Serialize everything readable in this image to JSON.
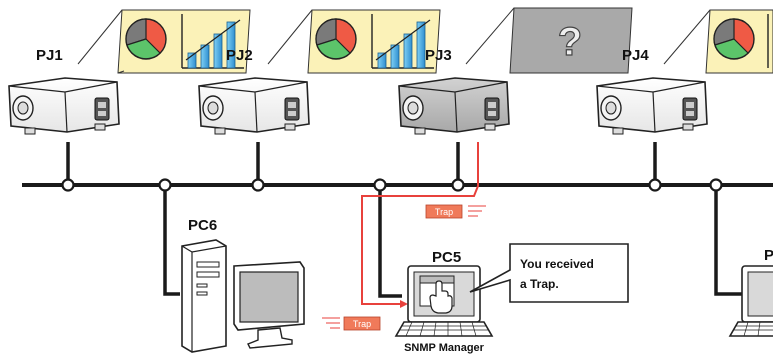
{
  "projectors": [
    {
      "id": "PJ1",
      "label": "PJ1",
      "screen": "chart",
      "state": "normal"
    },
    {
      "id": "PJ2",
      "label": "PJ2",
      "screen": "chart",
      "state": "normal"
    },
    {
      "id": "PJ3",
      "label": "PJ3",
      "screen": "unknown",
      "state": "error"
    },
    {
      "id": "PJ4",
      "label": "PJ4",
      "screen": "chart",
      "state": "normal"
    }
  ],
  "unknown_screen_glyph": "?",
  "computers": {
    "pc6": {
      "label": "PC6"
    },
    "pc5": {
      "label": "PC5",
      "role_label": "SNMP Manager"
    },
    "pc_right": {
      "label": "P"
    }
  },
  "traps": {
    "label": "Trap"
  },
  "callout": {
    "line1": "You received",
    "line2": "a Trap."
  },
  "colors": {
    "network_line": "#1a1a1a",
    "trap_path": "#e8413c",
    "trap_badge": "#f07a5a",
    "screen_bg": "#fbf2b8",
    "pie_red": "#ef5a45",
    "pie_green": "#5cc46a",
    "pie_gray": "#7a7a7a",
    "bar_blue": "#3aa6e0",
    "error_screen": "#a9a9a9",
    "error_body": "#bdbdbd"
  },
  "icons": [
    "projector-icon",
    "pie-chart-icon",
    "bar-chart-icon",
    "desktop-pc-icon",
    "laptop-icon",
    "hand-cursor-icon",
    "speech-callout-icon"
  ]
}
